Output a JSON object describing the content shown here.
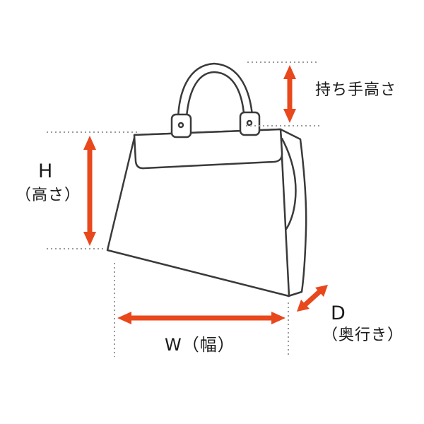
{
  "diagram": {
    "labels": {
      "handle_height": "持ち手高さ",
      "height_letter": "H",
      "height_name": "（高さ）",
      "width": "W（幅）",
      "depth_letter": "D",
      "depth_name": "（奥行き）"
    }
  },
  "colors": {
    "arrow": "#e8481c",
    "outline": "#3a3a3a",
    "guide": "#9a9a9a",
    "background": "#ffffff"
  }
}
